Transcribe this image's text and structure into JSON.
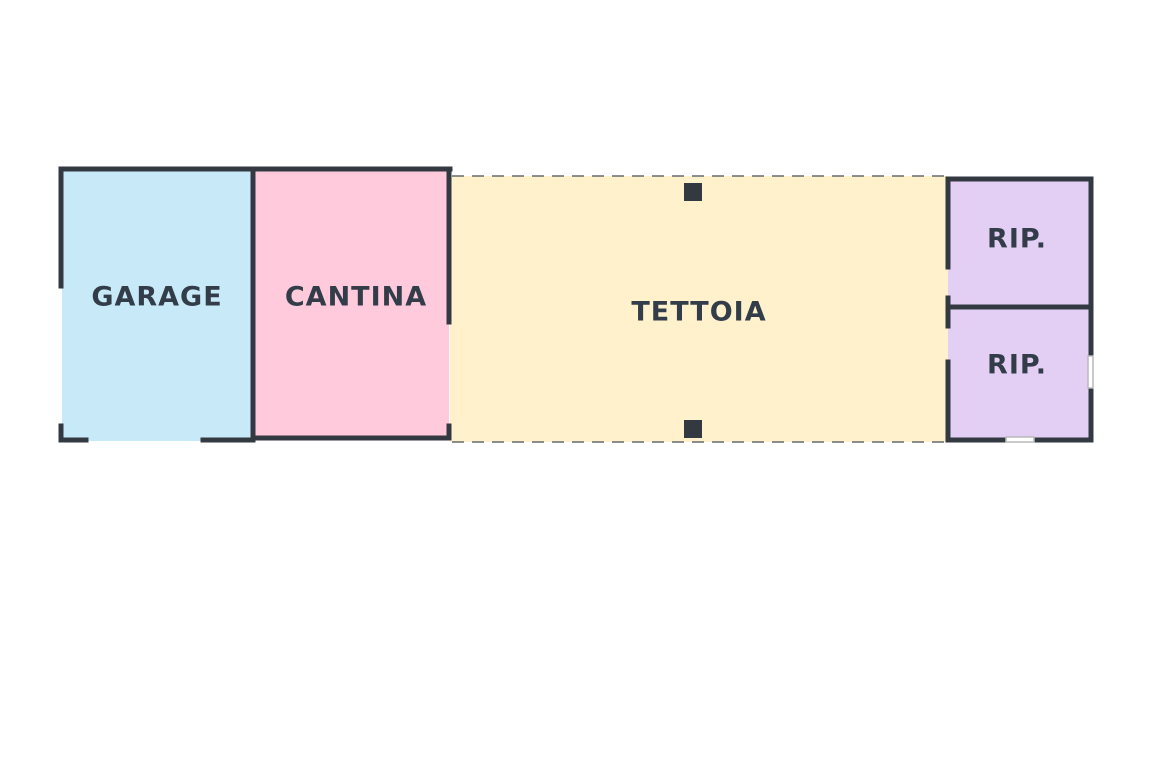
{
  "plan": {
    "wall_color": "#333940",
    "label_color": "#333d4a",
    "rooms": [
      {
        "key": "garage",
        "label": "GARAGE",
        "fill": "#c8e9f7"
      },
      {
        "key": "cantina",
        "label": "CANTINA",
        "fill": "#ffcadb"
      },
      {
        "key": "tettoia",
        "label": "TETTOIA",
        "fill": "#fff1cc"
      },
      {
        "key": "rip-top",
        "label": "RIP.",
        "fill": "#e3cef4"
      },
      {
        "key": "rip-bottom",
        "label": "RIP.",
        "fill": "#e3cef4"
      }
    ]
  }
}
